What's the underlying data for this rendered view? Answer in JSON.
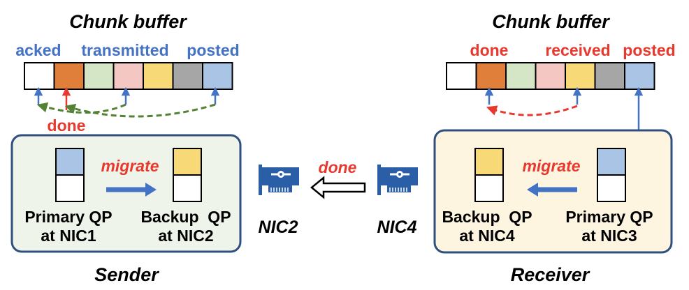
{
  "sender": {
    "buffer_title": "Chunk buffer",
    "labels": {
      "acked": "acked",
      "transmitted": "transmitted",
      "posted": "posted",
      "done": "done"
    },
    "cell_colors": [
      "#ffffff",
      "#e07f3a",
      "#d4e6c5",
      "#f4c7c2",
      "#f7d978",
      "#a6a6a6",
      "#a9c4e4"
    ],
    "migrate_label": "migrate",
    "primary_qp": {
      "line1": "Primary QP",
      "line2": "at NIC1"
    },
    "backup_qp": {
      "line1": "Backup  QP",
      "line2": "at NIC2"
    },
    "caption": "Sender",
    "panel_color": "#eef4e9"
  },
  "receiver": {
    "buffer_title": "Chunk buffer",
    "labels": {
      "done": "done",
      "received": "received",
      "posted": "posted"
    },
    "cell_colors": [
      "#ffffff",
      "#e07f3a",
      "#d4e6c5",
      "#f4c7c2",
      "#f7d978",
      "#a6a6a6",
      "#a9c4e4"
    ],
    "migrate_label": "migrate",
    "backup_qp": {
      "line1": "Backup  QP",
      "line2": "at NIC4"
    },
    "primary_qp": {
      "line1": "Primary QP",
      "line2": "at NIC3"
    },
    "caption": "Receiver",
    "panel_color": "#fdf5e0"
  },
  "network": {
    "nic_left": "NIC2",
    "nic_right": "NIC4",
    "done_label": "done"
  },
  "colors": {
    "blue_label": "#4472c4",
    "red_label": "#e8392f",
    "green_arrow": "#548235",
    "panel_border": "#2f4f7f",
    "nic_blue": "#2a5fa8"
  }
}
